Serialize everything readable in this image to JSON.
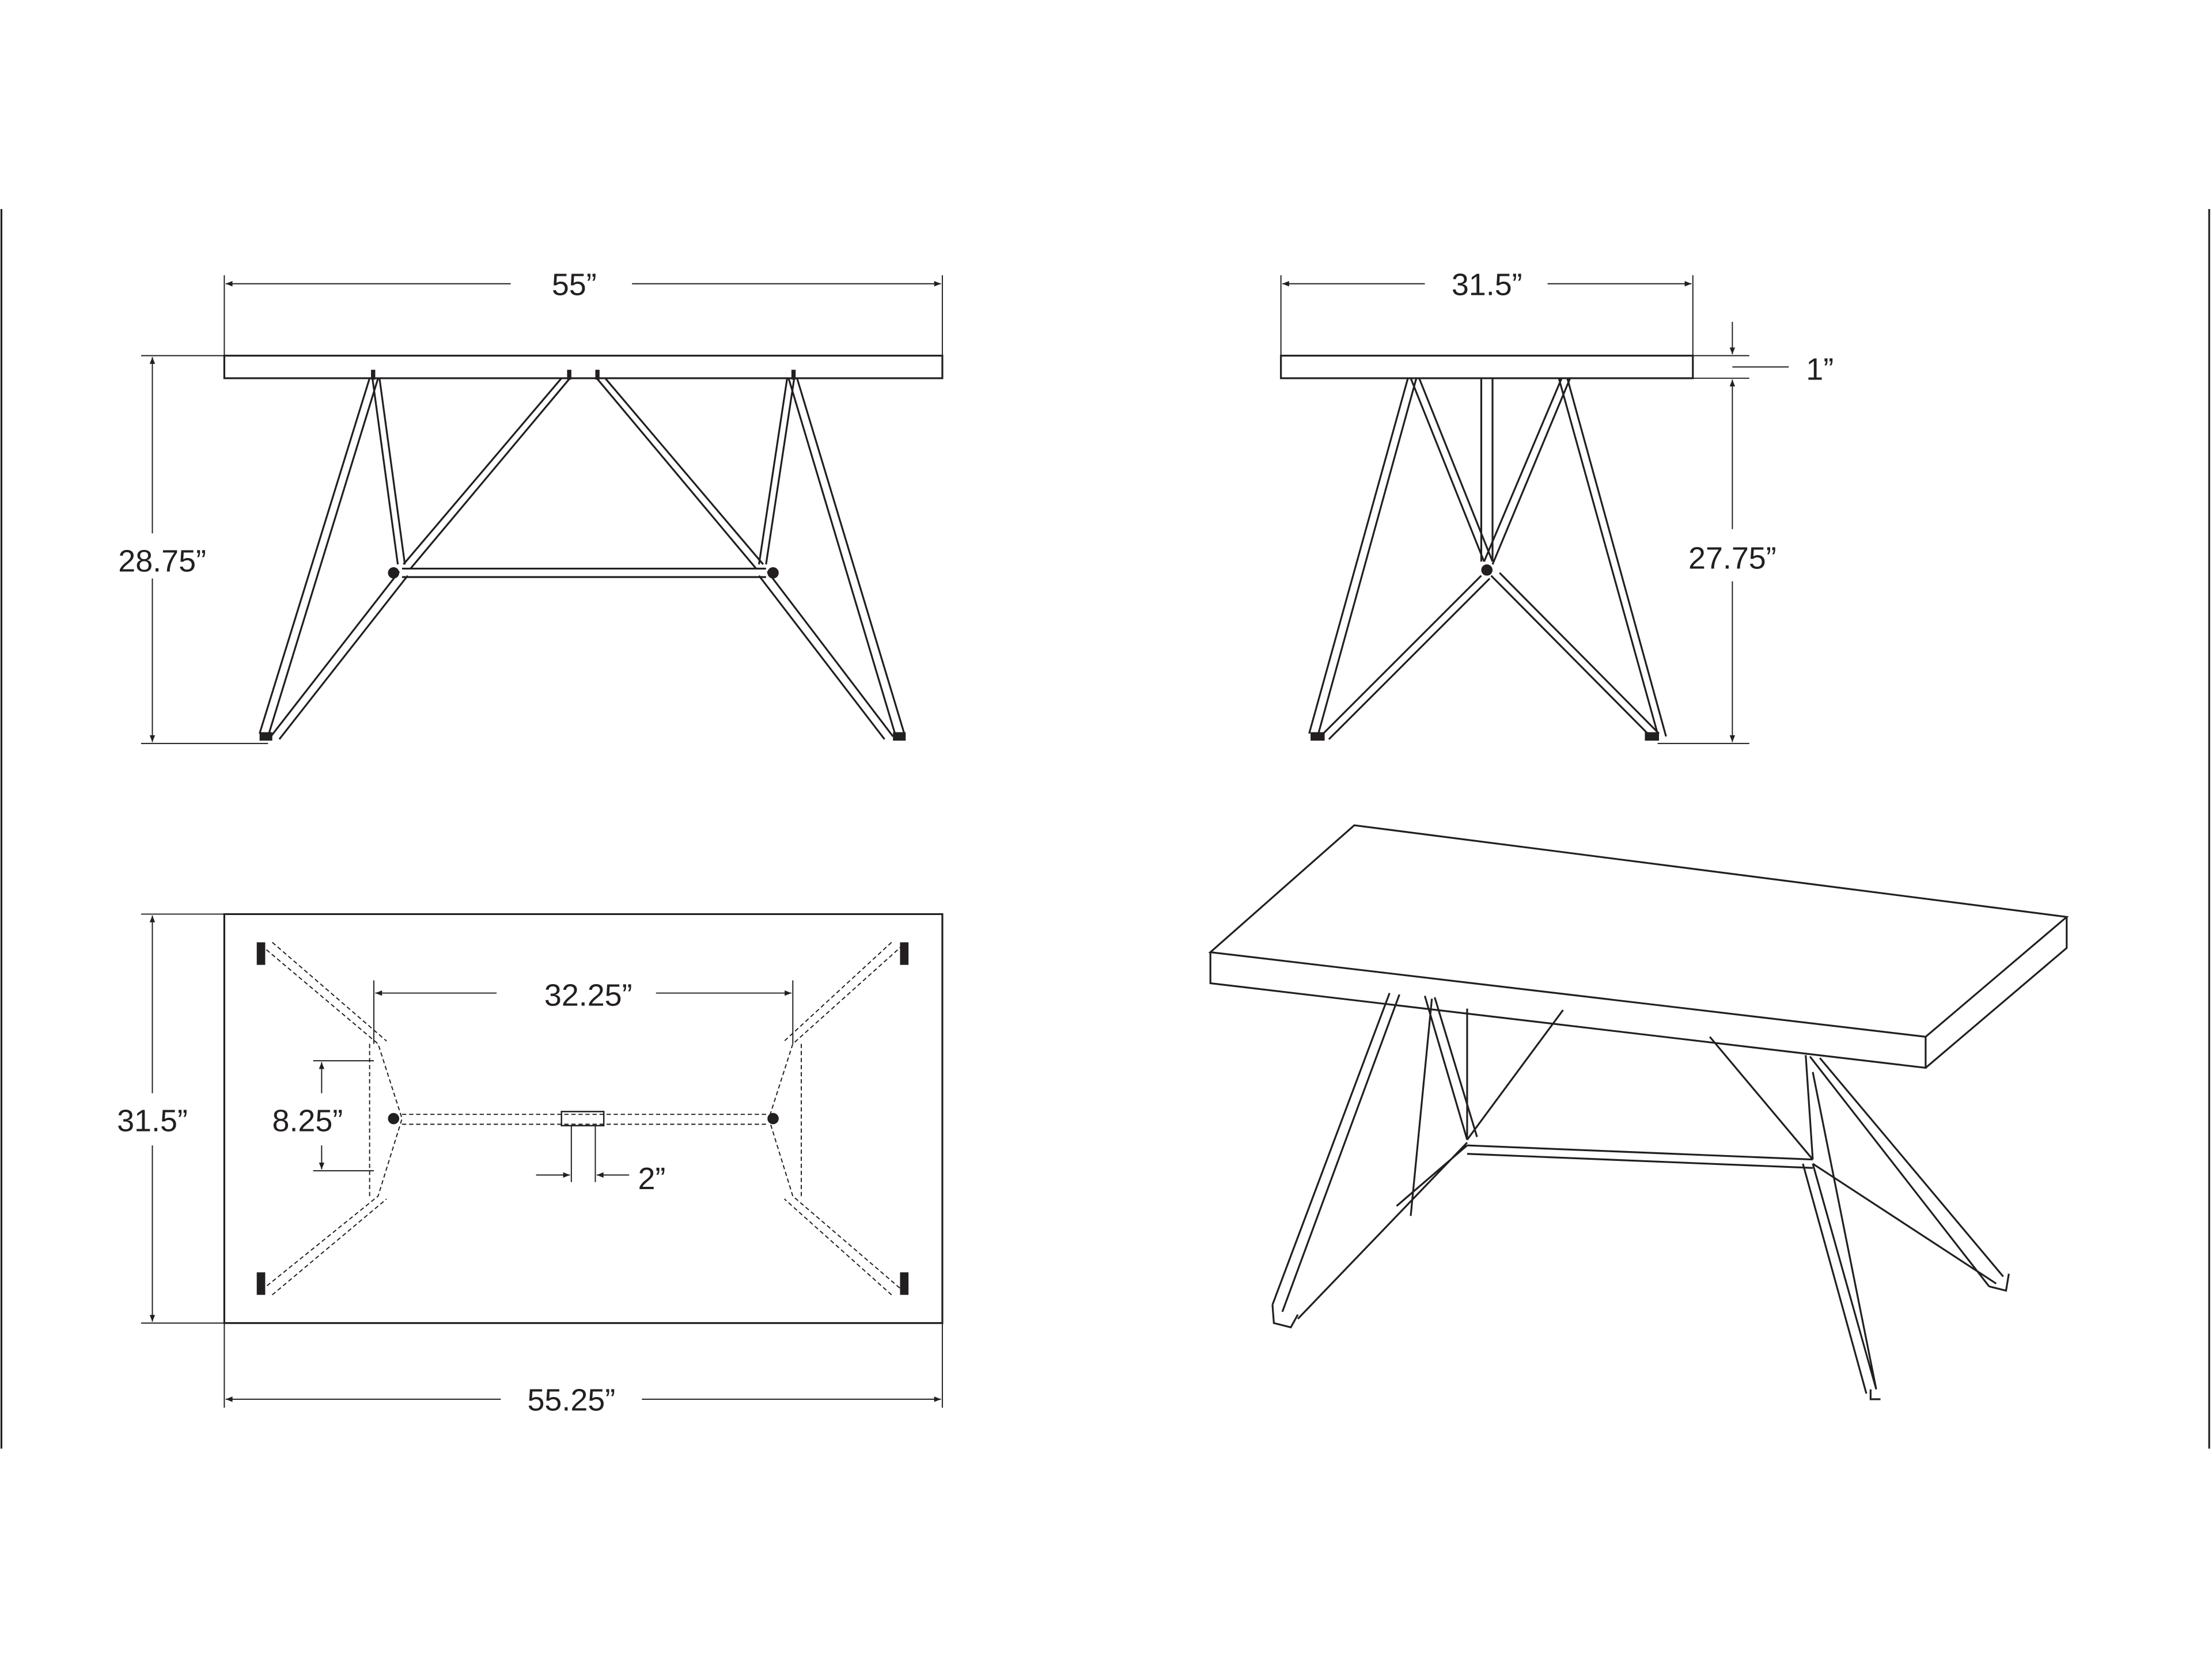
{
  "front_view": {
    "width_label": "55”",
    "height_label": "28.75”"
  },
  "side_view": {
    "depth_label": "31.5”",
    "thickness_label": "1”",
    "leg_height_label": "27.75”"
  },
  "top_view": {
    "leg_span_label": "32.25”",
    "bracket_spacing_label": "8.25”",
    "center_bracket_label": "2”",
    "depth_label": "31.5”",
    "width_label": "55.25”"
  },
  "colors": {
    "line": "#231f20",
    "background": "#ffffff"
  }
}
